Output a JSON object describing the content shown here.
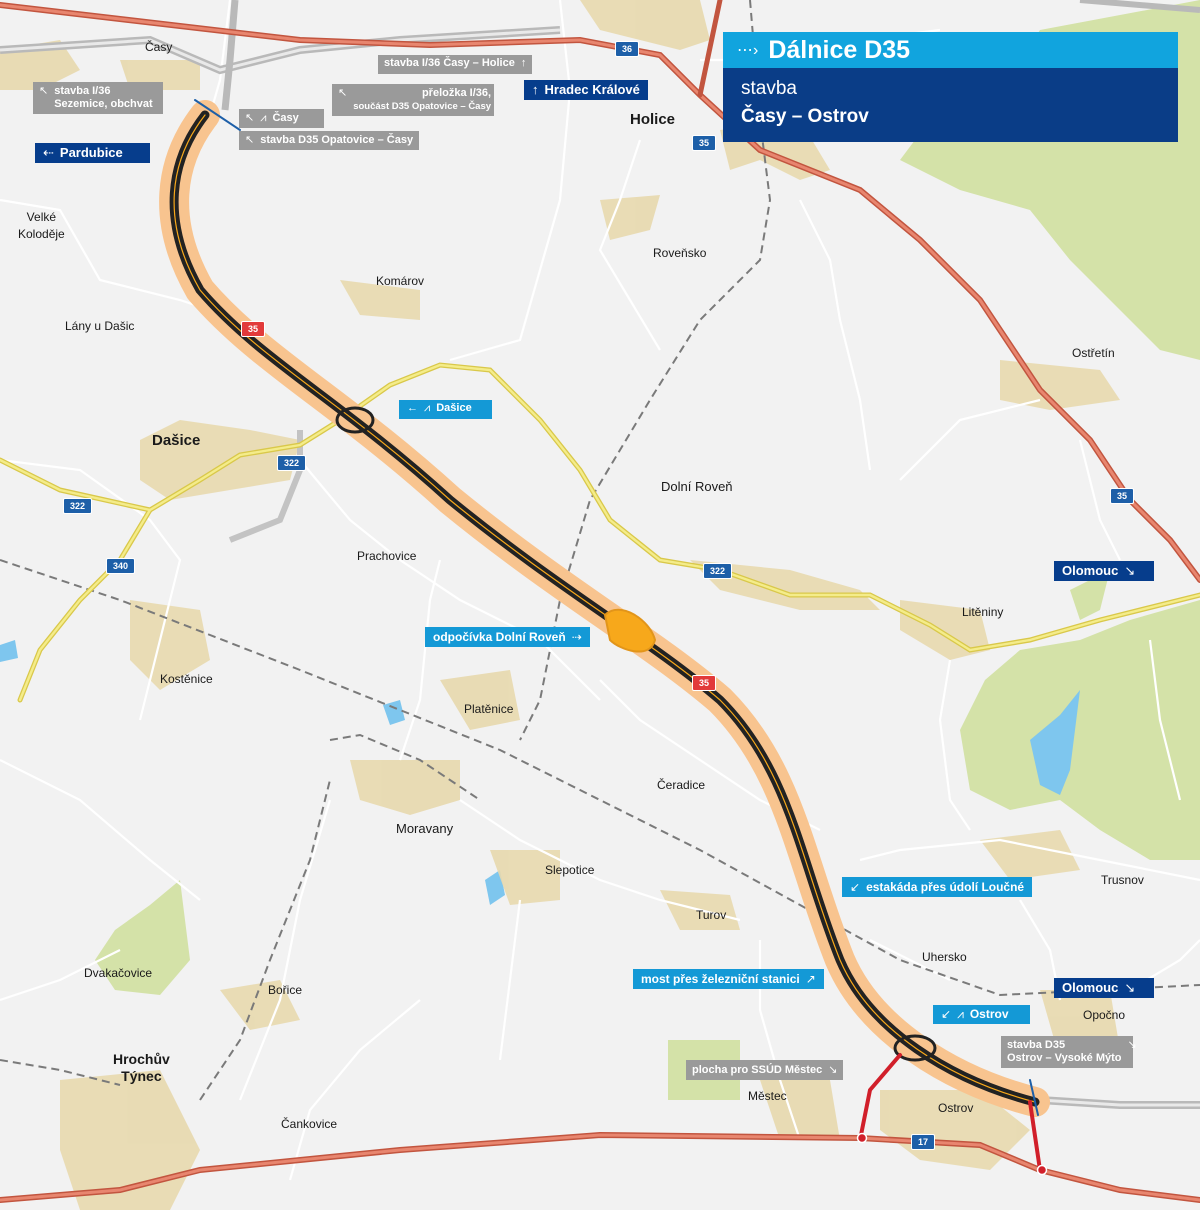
{
  "title_box": {
    "title": "Dálnice D35",
    "subtitle": "stavba",
    "name": "Časy – Ostrov"
  },
  "places": {
    "casy": "Časy",
    "holice": "Holice",
    "velke_kolodeje_1": "Velké",
    "velke_kolodeje_2": "Koloděje",
    "komarov": "Komárov",
    "rovensko": "Roveňsko",
    "lany": "Lány u Dašic",
    "dasice": "Dašice",
    "ostretin": "Ostřetín",
    "dolni_roven": "Dolní Roveň",
    "prachovice": "Prachovice",
    "liteniny": "Litěniny",
    "kostenice": "Kostěnice",
    "platenice": "Platěnice",
    "ceradice": "Čeradice",
    "moravany": "Moravany",
    "slepotice": "Slepotice",
    "trusnov": "Trusnov",
    "turov": "Turov",
    "dvakacovice": "Dvakačovice",
    "uhersko": "Uhersko",
    "borice": "Bořice",
    "opocno": "Opočno",
    "hrochuv_1": "Hrochův",
    "hrochuv_2": "Týnec",
    "mestec": "Městec",
    "ostrov": "Ostrov",
    "cankovice": "Čankovice"
  },
  "shields": {
    "r36": "36",
    "r35_holice": "35",
    "d35_north": "35",
    "d35_south": "35",
    "r322_dasice": "322",
    "r322_west": "322",
    "r322_liteniny": "322",
    "r340": "340",
    "r35_east": "35",
    "r17": "17"
  },
  "signs": {
    "i36_sezemice_1": "stavba I/36",
    "i36_sezemice_2": "Sezemice, obchvat",
    "i36_casy_holice": "stavba I/36 Časy – Holice",
    "hradec": "Hradec Králové",
    "preloz_1": "přeložka I/36,",
    "preloz_2": "součást D35 Opatovice – Časy",
    "casy_exit": "Časy",
    "d35_opatovice": "stavba D35 Opatovice – Časy",
    "pardubice": "Pardubice",
    "dasice_exit": "Dašice",
    "odpocivka": "odpočívka Dolní Roveň",
    "olomouc_1": "Olomouc",
    "estakada": "estakáda přes údolí Loučné",
    "most": "most přes železniční stanici",
    "olomouc_2": "Olomouc",
    "ostrov_exit": "Ostrov",
    "ostrov_vm_1": "stavba D35",
    "ostrov_vm_2": "Ostrov – Vysoké Mýto",
    "ssud": "plocha pro SSÚD Městec"
  },
  "colors": {
    "background": "#f2f2f2",
    "forest": "#d4e2a8",
    "water": "#7ec6ee",
    "village": "#e8d9ae",
    "motorway_corridor": "#f8c48f",
    "motorway_core": "#222222",
    "motorway_lines": "#f7a81b",
    "road_red": "#d9634a",
    "road_yellow": "#f4e56b",
    "existing_motorway": "#9e9e9e",
    "railway": "#777777",
    "sign_navy": "#063d8c",
    "sign_cyan": "#1499d6",
    "sign_gray": "#9a9a9a"
  },
  "icons": {
    "arrow_nw": "arrow-nw-icon",
    "arrow_up": "arrow-up-icon",
    "arrow_left": "arrow-left-icon",
    "arrow_right": "arrow-right-icon",
    "arrow_se": "arrow-se-icon",
    "arrow_sw": "arrow-sw-icon",
    "arrow_ne": "arrow-ne-icon",
    "motorway": "motorway-icon"
  }
}
